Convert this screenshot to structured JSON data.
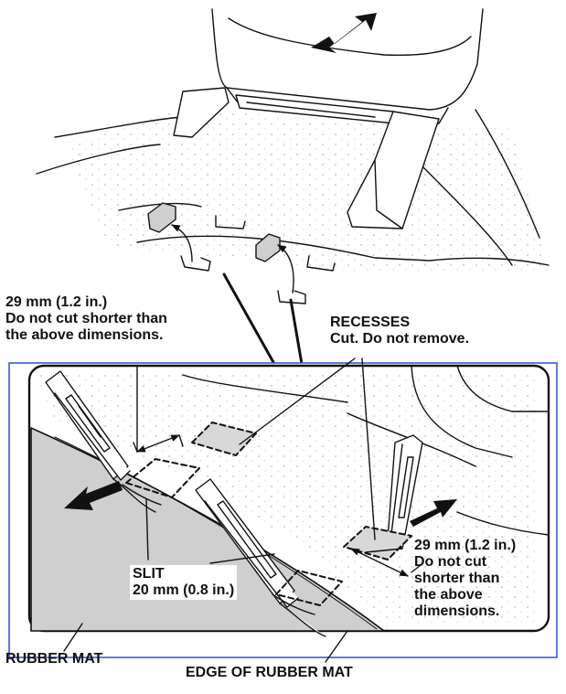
{
  "labels": {
    "top_left_dim": {
      "line1": "29 mm (1.2 in.)",
      "line2": "Do not cut shorter than",
      "line3": "the above dimensions."
    },
    "recesses": {
      "line1": "RECESSES",
      "line2": "Cut. Do not remove."
    },
    "right_dim": {
      "line1": "29 mm (1.2 in.)",
      "line2": "Do not cut",
      "line3": "shorter than",
      "line4": "the above",
      "line5": "dimensions."
    },
    "slit": {
      "line1": "SLIT",
      "line2": "20 mm (0.8 in.)"
    },
    "rubber_mat": "RUBBER MAT",
    "edge_of_rubber_mat": "EDGE OF RUBBER MAT"
  },
  "colors": {
    "detail_border": "#3c5ad2",
    "mat_fill": "#cfcfcf",
    "recess_fill": "#d8d8d8",
    "ink": "#111111"
  }
}
